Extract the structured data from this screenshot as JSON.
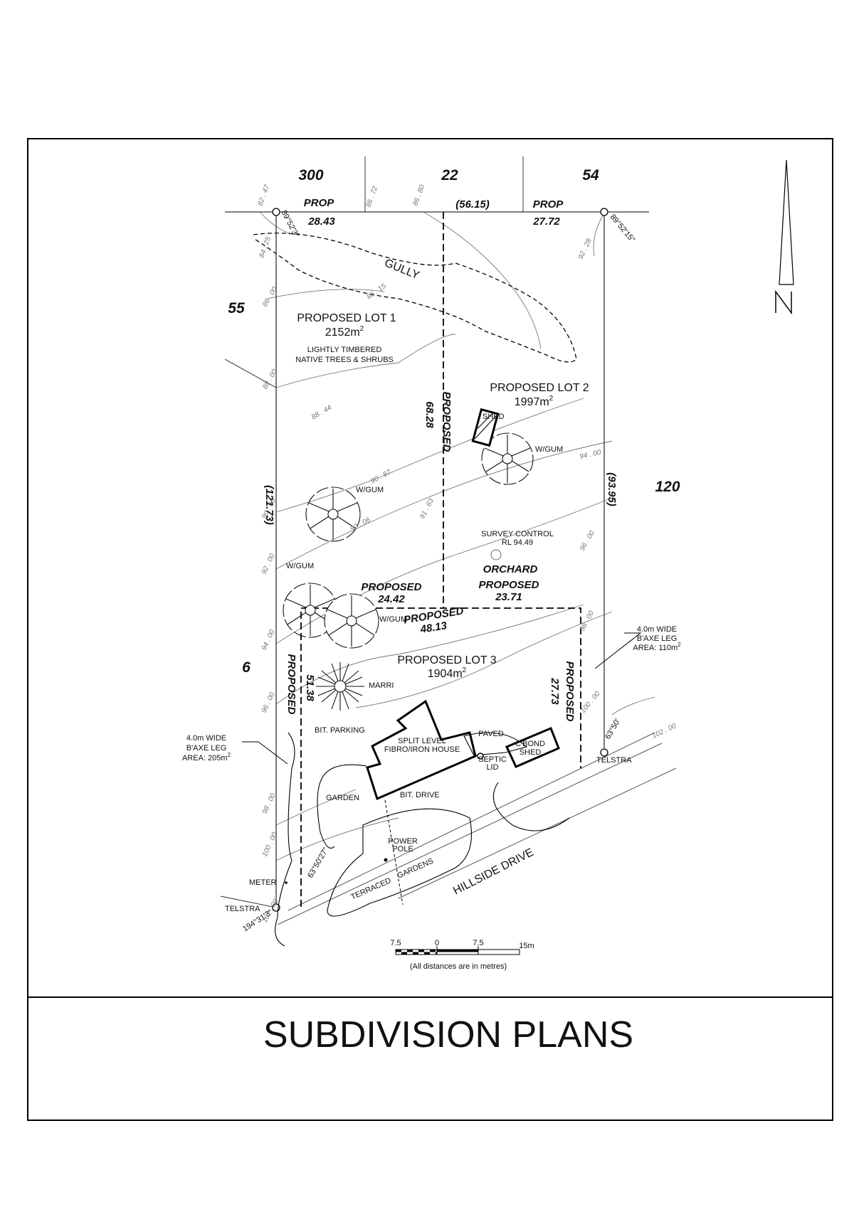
{
  "title": "SUBDIVISION PLANS",
  "neighbours": {
    "n300": "300",
    "n22": "22",
    "n54": "54",
    "n55": "55",
    "n120": "120",
    "n6": "6"
  },
  "dims": {
    "prop": "PROP",
    "d2843": "28.43",
    "d5615": "(56.15)",
    "d2772": "27.72",
    "bearing_tl": "89°52'3\"",
    "bearing_tr": "89°52'15\"",
    "d12173": "(121.73)",
    "d9395": "(93.95)",
    "d6828": "68.28",
    "proposed": "PROPOSED",
    "d2442": "24.42",
    "d2371": "23.71",
    "d4813": "48.13",
    "d5138": "51.38",
    "d2773": "27.73",
    "bearing_br": "63°50'",
    "bearing_bl_in": "63°50'27\"",
    "bearing_bl": "194°31'3\""
  },
  "lots": {
    "lot1": {
      "name": "PROPOSED LOT 1",
      "area": "2152m",
      "sup": "2"
    },
    "lot2": {
      "name": "PROPOSED LOT 2",
      "area": "1997m",
      "sup": "2"
    },
    "lot3": {
      "name": "PROPOSED LOT 3",
      "area": "1904m",
      "sup": "2"
    }
  },
  "features": {
    "gully": "GULLY",
    "timber1": "LIGHTLY TIMBERED",
    "timber2": "NATIVE TREES & SHRUBS",
    "shed": "SHED",
    "wgum": "W/GUM",
    "survey1": "SURVEY CONTROL",
    "survey2": "RL 94.49",
    "orchard": "ORCHARD",
    "marri": "MARRI",
    "bit_parking": "BIT. PARKING",
    "house1": "SPLIT LEVEL",
    "house2": "FIBRO/IRON HOUSE",
    "paved": "PAVED",
    "septic1": "SEPTIC",
    "septic2": "LID",
    "cbond1": "C'BOND",
    "cbond2": "SHED",
    "garden": "GARDEN",
    "bit_drive": "BIT. DRIVE",
    "power1": "POWER",
    "power2": "POLE",
    "terraced": "TERRACED",
    "gardens": "GARDENS",
    "hillside": "HILLSIDE DRIVE",
    "meter": "METER",
    "telstra": "TELSTRA",
    "baxe_r1": "4.0m WIDE",
    "baxe_r2": "B'AXE LEG",
    "baxe_r3": "AREA: 110m",
    "baxe_l1": "4.0m WIDE",
    "baxe_l2": "B'AXE LEG",
    "baxe_l3": "AREA: 205m",
    "sup2": "2"
  },
  "contours": {
    "c8247": "82 . 47",
    "c8672": "86 . 72",
    "c8680": "86 . 80",
    "c8425": "84 . 25",
    "c8600": "86 . 00",
    "c8615": "86 . 15",
    "c9228": "92 . 28",
    "c8800": "88 . 00",
    "c8844": "88 . 44",
    "c9087": "90 . 87",
    "c9000": "90 . 00",
    "c9206": "92 . 06",
    "c9163": "91 . 63",
    "c9400": "94 . 00",
    "c9200": "92 . 00",
    "c9600": "96 . 00",
    "c9800": "98 . 00",
    "c9400b": "94 . 00",
    "c9600b": "96 . 00",
    "c10000": "100 . 00",
    "c10200": "102 . 00",
    "c9800b": "98 . 00",
    "c10000b": "100 . 00",
    "c10200b": "102 . 00"
  },
  "scale": {
    "t1": "7.5",
    "t2": "0",
    "t3": "7.5",
    "t4": "15m",
    "note": "(All distances are in metres)"
  }
}
